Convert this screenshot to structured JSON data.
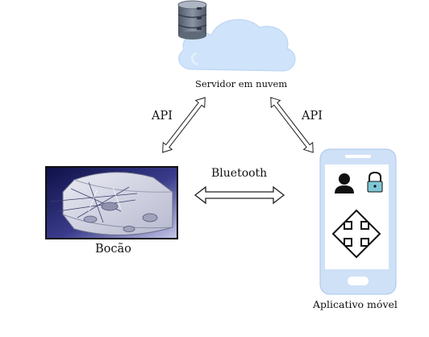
{
  "nodes": {
    "cloud": {
      "label": "Servidor em nuvem"
    },
    "device": {
      "label": "Bocão"
    },
    "app": {
      "label": "Aplicativo móvel"
    }
  },
  "edges": {
    "cloud_device": {
      "label": "API"
    },
    "cloud_app": {
      "label": "API"
    },
    "device_app": {
      "label": "Bluetooth"
    }
  },
  "icons": {
    "cloud": "cloud-icon",
    "database": "database-icon",
    "device_render": "device-render-image",
    "phone": "smartphone-icon",
    "user": "user-icon",
    "lock": "padlock-icon",
    "move": "move-arrows-icon"
  },
  "colors": {
    "cloud": "#cfe3fb",
    "cloud_stroke": "#a9c9ee",
    "database": "#6d7786",
    "phone_body": "#cfe1f7",
    "phone_screen": "#ffffff",
    "lock": "#7fc8d6",
    "arrow_stroke": "#222222",
    "device_bg": "#1b1c66"
  }
}
